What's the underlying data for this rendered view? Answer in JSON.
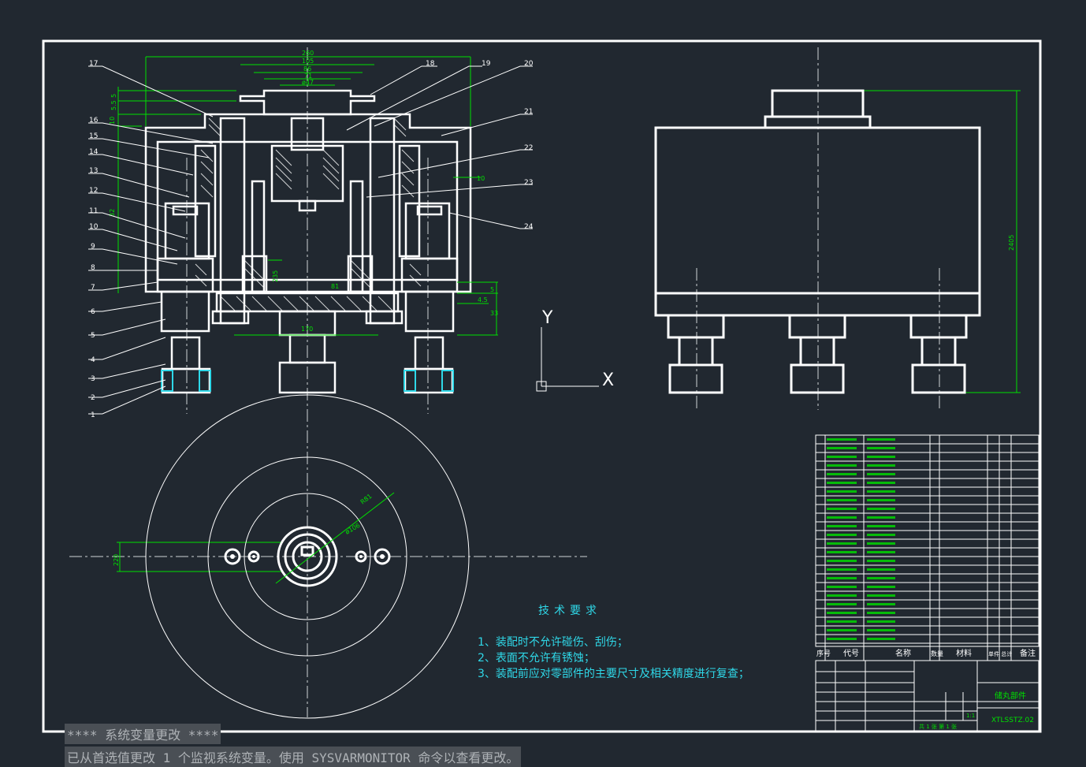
{
  "drawing": {
    "sheet_title": "储丸部件",
    "drawing_number": "XTLSSTZ.02",
    "scale": "1:1",
    "sheet_info": "共 1 张 第 1 张",
    "dim_labels": [
      "260",
      "105",
      "86",
      "71",
      "ø47",
      "10",
      "32",
      "235",
      "81",
      "170",
      "5",
      "4.5",
      "33",
      "10",
      "2405",
      "R81",
      "ø106",
      "220",
      "5",
      "5.5"
    ],
    "part_numbers": [
      "1",
      "2",
      "3",
      "4",
      "5",
      "6",
      "7",
      "8",
      "9",
      "10",
      "11",
      "12",
      "13",
      "14",
      "15",
      "16",
      "17",
      "18",
      "19",
      "20",
      "21",
      "22",
      "23",
      "24"
    ],
    "header_labels": [
      "序号",
      "代号",
      "名称",
      "数量",
      "材料",
      "单件 总计",
      "备注"
    ],
    "axis_x": "X",
    "axis_y": "Y"
  },
  "tech_req": {
    "title": "技术要求",
    "lines": [
      "1、装配时不允许碰伤、刮伤；",
      "2、表面不允许有锈蚀；",
      "3、装配前应对零部件的主要尺寸及相关精度进行复查；"
    ]
  },
  "command_line": {
    "line1": "**** 系统变量更改 ****",
    "line2": "已从首选值更改 1 个监视系统变量。使用 SYSVARMONITOR 命令以查看更改。"
  },
  "colors": {
    "background": "#212830",
    "line": "#ffffff",
    "dimension": "#00e000",
    "text_cyan": "#2fd8e8"
  }
}
